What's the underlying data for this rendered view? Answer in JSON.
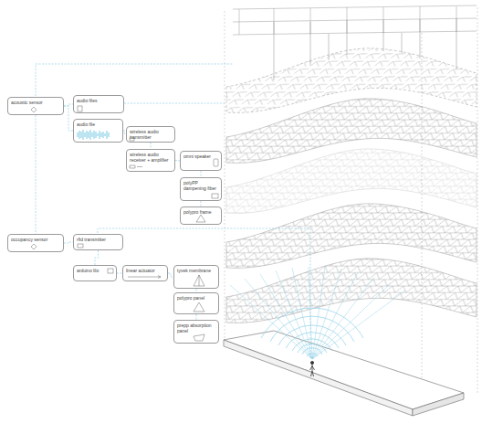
{
  "diagram": {
    "nodes": [
      {
        "text": [
          "acoustic sensor"
        ]
      },
      {
        "text": [
          "audio files"
        ]
      },
      {
        "text": [
          "audio file"
        ]
      },
      {
        "text": [
          "wireless audio transmitter"
        ]
      },
      {
        "text": [
          "wireless audio receiver + amplifier"
        ]
      },
      {
        "text": [
          "omni speaker"
        ]
      },
      {
        "text": [
          "polyPP dampening fiber"
        ]
      },
      {
        "text": [
          "polypro frame"
        ]
      },
      {
        "text": [
          "occupancy sensor"
        ]
      },
      {
        "text": [
          "rfid transmitter"
        ]
      },
      {
        "text": [
          "arduino lilo"
        ]
      },
      {
        "text": [
          "linear actuator"
        ]
      },
      {
        "text": [
          "tyvek membrane"
        ]
      },
      {
        "text": [
          "polypro panel"
        ]
      },
      {
        "text": [
          "prepp absorption panel"
        ]
      }
    ],
    "edges": [
      {
        "from": 0,
        "to": 1,
        "arrow": "none"
      },
      {
        "from": 0,
        "to": 2,
        "arrow": "none"
      },
      {
        "from": 2,
        "to": 3,
        "arrow": "none"
      },
      {
        "from": 3,
        "to": 4,
        "arrow": "none"
      },
      {
        "from": 4,
        "to": 5,
        "arrow": "none"
      },
      {
        "from": 5,
        "to": 6,
        "arrow": "none"
      },
      {
        "from": 6,
        "to": 7,
        "arrow": "none"
      },
      {
        "from": 0,
        "to": 8,
        "arrow": "none"
      },
      {
        "from": 8,
        "to": 9,
        "arrow": "none"
      },
      {
        "from": 9,
        "to": 10,
        "arrow": "none"
      },
      {
        "from": 10,
        "to": 11,
        "arrow": "none"
      },
      {
        "from": 11,
        "to": 12,
        "arrow": "none"
      },
      {
        "from": 12,
        "to": 13,
        "arrow": "none"
      },
      {
        "from": 13,
        "to": 14,
        "arrow": "none"
      }
    ]
  }
}
